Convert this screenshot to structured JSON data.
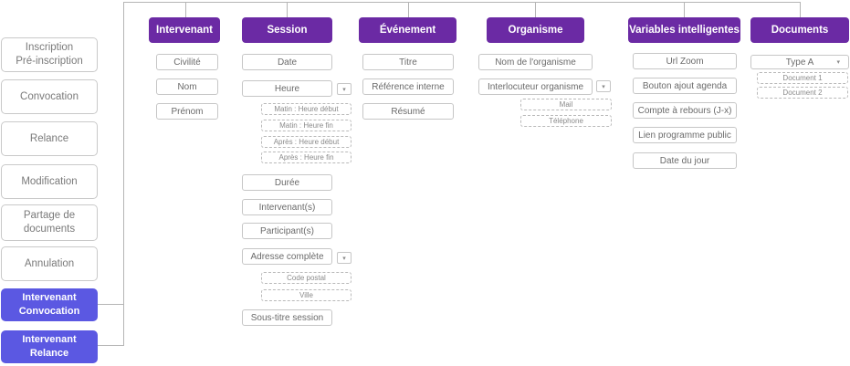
{
  "left_menu": [
    {
      "label": "Inscription\nPré-inscription",
      "active": false
    },
    {
      "label": "Convocation",
      "active": false
    },
    {
      "label": "Relance",
      "active": false
    },
    {
      "label": "Modification",
      "active": false
    },
    {
      "label": "Partage de\ndocuments",
      "active": false
    },
    {
      "label": "Annulation",
      "active": false
    },
    {
      "label": "Intervenant\nConvocation",
      "active": true
    },
    {
      "label": "Intervenant\nRelance",
      "active": true
    }
  ],
  "categories": {
    "intervenant": {
      "title": "Intervenant",
      "fields": [
        "Civilité",
        "Nom",
        "Prénom"
      ]
    },
    "session": {
      "title": "Session",
      "date": "Date",
      "heure": "Heure",
      "heure_subs": [
        "Matin : Heure début",
        "Matin : Heure fin",
        "Après : Heure début",
        "Après : Heure fin"
      ],
      "duree": "Durée",
      "intervenants": "Intervenant(s)",
      "participants": "Participant(s)",
      "adresse": "Adresse complète",
      "adresse_subs": [
        "Code postal",
        "Ville"
      ],
      "sous_titre": "Sous-titre session"
    },
    "evenement": {
      "title": "Événement",
      "fields": [
        "Titre",
        "Référence interne",
        "Résumé"
      ]
    },
    "organisme": {
      "title": "Organisme",
      "nom": "Nom de l'organisme",
      "interlocuteur": "Interlocuteur organisme",
      "interlocuteur_subs": [
        "Mail",
        "Téléphone"
      ]
    },
    "variables": {
      "title": "Variables intelligentes",
      "fields": [
        "Url Zoom",
        "Bouton ajout agenda",
        "Compte à rebours (J-x)",
        "Lien programme public",
        "Date du jour"
      ]
    },
    "documents": {
      "title": "Documents",
      "type": "Type A",
      "docs": [
        "Document 1",
        "Document 2"
      ]
    }
  },
  "icons": {
    "dropdown": "▾"
  },
  "colors": {
    "header": "#6b2aa4",
    "active_menu": "#5b58e2"
  }
}
